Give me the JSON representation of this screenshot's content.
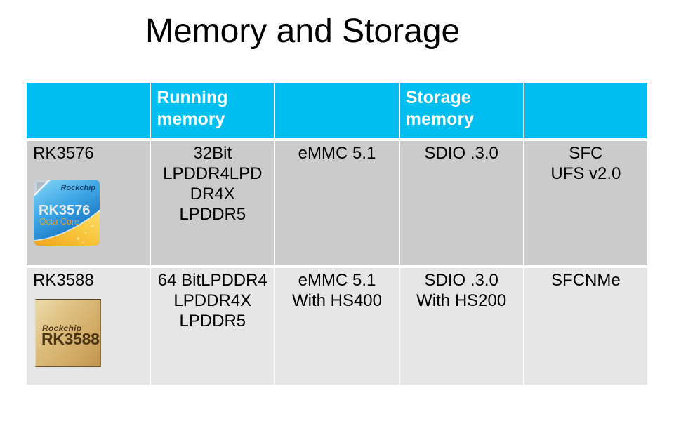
{
  "title": "Memory and Storage",
  "colors": {
    "header_bg": "#00BFF0",
    "header_text": "#FFFFFF",
    "row1_bg": "#CBCBCB",
    "row2_bg": "#E6E6E6",
    "body_text": "#000000",
    "badge1_blue": "#3FA8E6",
    "badge1_gold": "#F6C33A",
    "badge2_gold": "#D2AB66",
    "badge2_text": "#4A3312"
  },
  "table": {
    "headers": [
      "",
      "Running\nmemory",
      "",
      "Storage\nmemory",
      ""
    ],
    "rows": [
      {
        "label": "RK3576",
        "badge": {
          "brand": "Rockchip",
          "model": "RK3576",
          "sub": "Octa Core"
        },
        "cells": [
          "32Bit\nLPDDR4LPD\nDR4X\nLPDDR5",
          "eMMC 5.1",
          "SDIO .3.0",
          "SFC\nUFS v2.0"
        ]
      },
      {
        "label": "RK3588",
        "badge": {
          "brand": "Rockchip",
          "model": "RK3588"
        },
        "cells": [
          "64 BitLPDDR4\nLPDDR4X\nLPDDR5",
          "eMMC 5.1\nWith HS400",
          "SDIO .3.0\nWith HS200",
          "SFCNMe"
        ]
      }
    ]
  }
}
